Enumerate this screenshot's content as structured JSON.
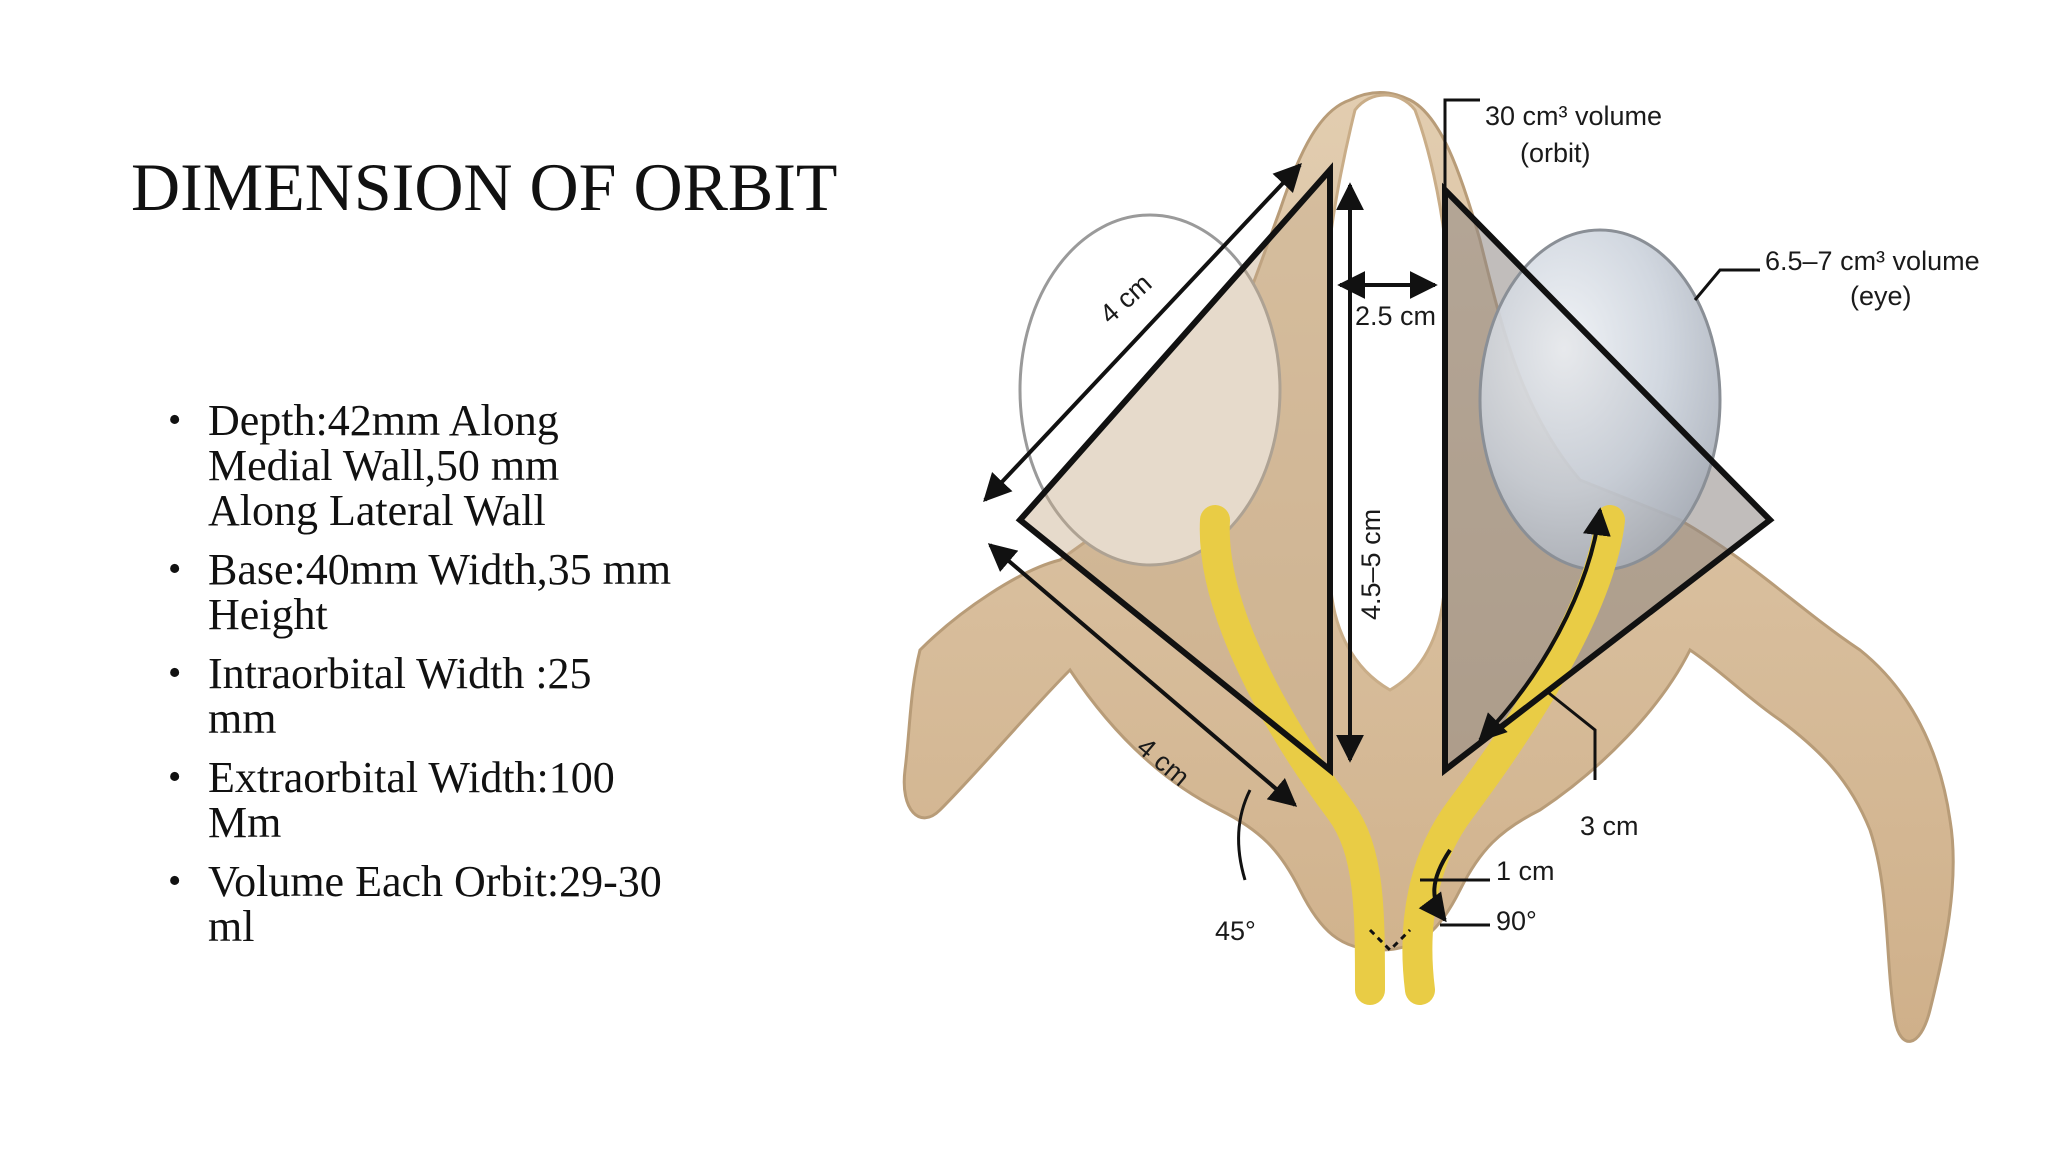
{
  "slide": {
    "title": "DIMENSION OF ORBIT",
    "bullets": [
      {
        "lines": [
          "Depth:42mm Along",
          "Medial Wall,50 mm",
          "Along Lateral Wall"
        ]
      },
      {
        "lines": [
          "Base:40mm Width,35 mm",
          "Height"
        ]
      },
      {
        "lines": [
          "Intraorbital Width :25",
          "mm"
        ]
      },
      {
        "lines": [
          "Extraorbital Width:100",
          "Mm"
        ]
      },
      {
        "lines": [
          "Volume Each Orbit:29-30",
          "ml"
        ]
      }
    ]
  },
  "figure": {
    "labels": {
      "orbit_volume_line1": "30 cm³ volume",
      "orbit_volume_line2": "(orbit)",
      "eye_volume_line1": "6.5–7 cm³ volume",
      "eye_volume_line2": "(eye)",
      "top_left_edge": "4 cm",
      "bottom_left_edge": "4 cm",
      "interorbital": "2.5 cm",
      "height": "4.5–5 cm",
      "optic_nerve": "3 cm",
      "canal": "1 cm",
      "left_angle": "45°",
      "right_angle": "90°"
    },
    "colors": {
      "bone": "#d9c0a0",
      "bone_dark": "#b89c78",
      "nerve": "#e9cc45",
      "eye": "#c9d0da",
      "orbit_shade": "#9a9390"
    }
  }
}
